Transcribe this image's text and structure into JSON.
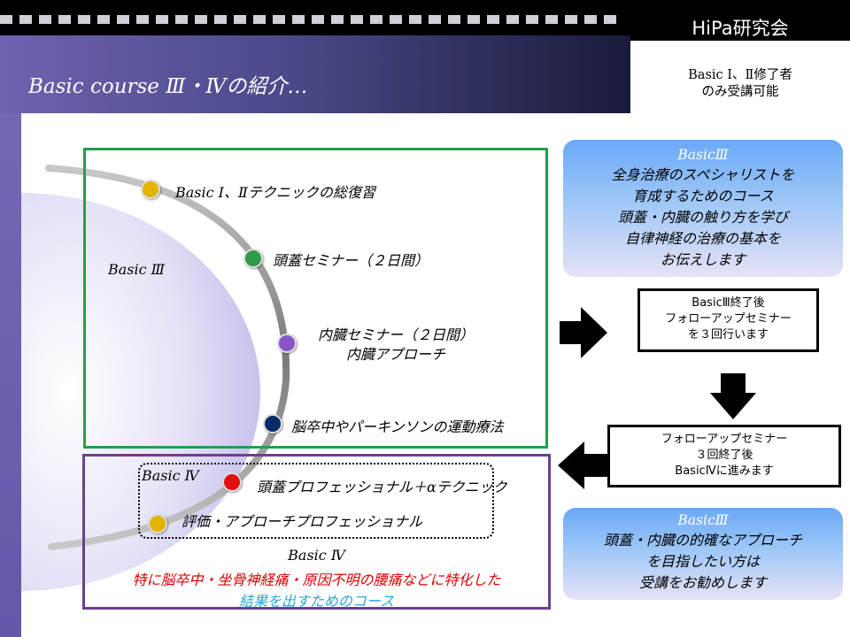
{
  "header": {
    "title": "Basic course Ⅲ・Ⅳの紹介…",
    "org": "HiPa研究会",
    "note": [
      "Basic Ⅰ、Ⅱ修了者",
      "のみ受講可能"
    ]
  },
  "course": {
    "basic3_label": "Basic Ⅲ",
    "basic4_label": "Basic Ⅳ",
    "steps": [
      {
        "label": "Basic Ⅰ、Ⅱテクニックの総復習",
        "color": "#e2b400"
      },
      {
        "label": "頭蓋セミナー（２日間）",
        "color": "#2f9a4a"
      },
      {
        "label_line1": "内臓セミナー（２日間）",
        "label_line2": "内臓アプローチ",
        "color": "#8755c8"
      },
      {
        "label": "脳卒中やパーキンソンの運動療法",
        "color": "#0a2a6a"
      },
      {
        "label": "頭蓋プロフェッショナル＋αテクニック",
        "color": "#e01010"
      },
      {
        "label": "評価・アプローチプロフェッショナル",
        "color": "#e2b400"
      }
    ],
    "basic4_title": "Basic Ⅳ",
    "basic4_desc_line1": "特に脳卒中・坐骨神経痛・原因不明の腰痛などに特化した",
    "basic4_desc_line2": "結果を出すためのコース"
  },
  "panels": {
    "basic3_top": {
      "title": "BasicⅢ",
      "lines": [
        "全身治療のスペシャリストを",
        "育成するためのコース",
        "頭蓋・内臓の触り方を学び",
        "自律神経の治療の基本を",
        "お伝えします"
      ]
    },
    "followup_start": [
      "BasicⅢ終了後",
      "フォローアップセミナー",
      "を３回行います"
    ],
    "followup_end": [
      "フォローアップセミナー",
      "３回終了後",
      "BasicⅣに進みます"
    ],
    "basic3_bottom": {
      "title": "BasicⅢ",
      "lines": [
        "頭蓋・内臓の的確なアプローチ",
        "を目指したい方は",
        "受講をお勧めします"
      ]
    }
  },
  "colors": {
    "green_border": "#21a04c",
    "purple_border": "#6b3f8f",
    "red_text": "#e00000",
    "cyan_text": "#28a8d8"
  }
}
